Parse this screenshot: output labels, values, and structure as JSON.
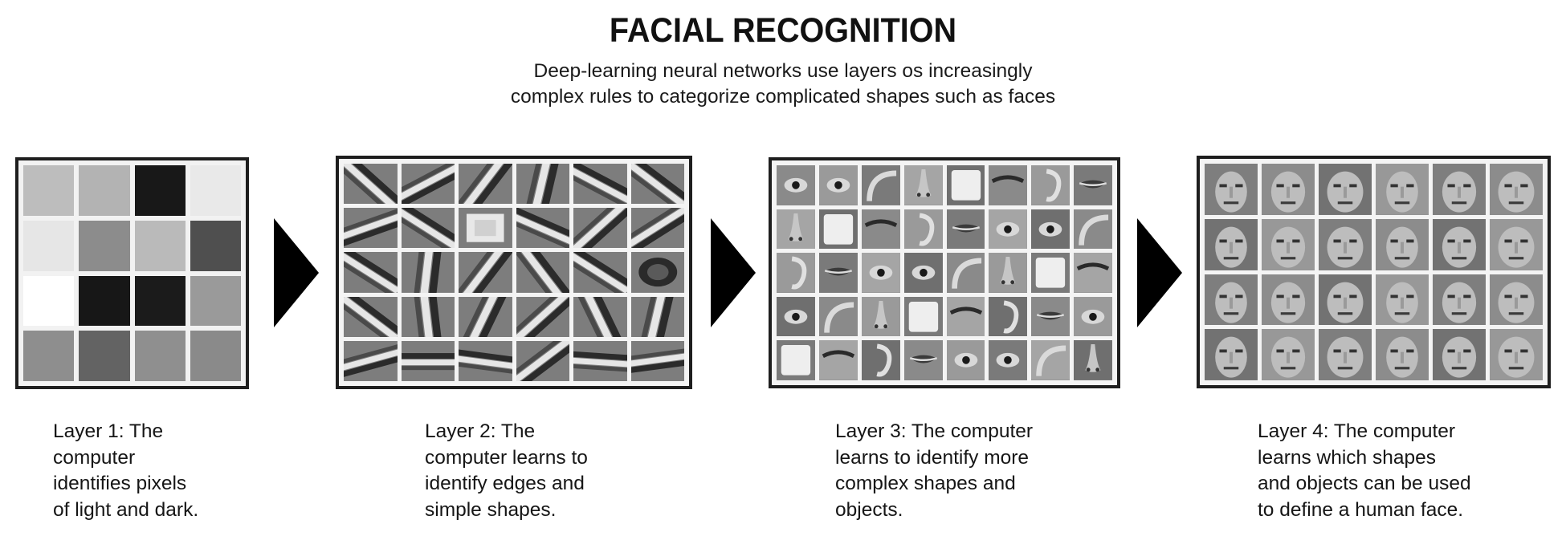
{
  "title": "FACIAL RECOGNITION",
  "subtitle_lines": [
    "Deep-learning neural networks use layers os increasingly",
    "complex rules to categorize complicated shapes such as faces"
  ],
  "layers": [
    {
      "name": "Layer 1",
      "caption_lines": [
        "Layer 1: The",
        "computer",
        "identifies pixels",
        "of light and dark."
      ],
      "grid": {
        "cols": 4,
        "rows": 4
      },
      "pixel_shades": [
        "#bdbdbd",
        "#b3b3b3",
        "#181818",
        "#e9e9e9",
        "#e6e6e6",
        "#8c8c8c",
        "#bababa",
        "#4f4f4f",
        "#ffffff",
        "#171717",
        "#1b1b1b",
        "#9a9a9a",
        "#8e8e8e",
        "#636363",
        "#8f8f8f",
        "#8a8a8a"
      ]
    },
    {
      "name": "Layer 2",
      "caption_lines": [
        "Layer 2: The",
        "computer learns to",
        "identify edges and",
        "simple shapes."
      ],
      "grid": {
        "cols": 6,
        "rows": 5
      },
      "edge_angles": [
        50,
        145,
        120,
        100,
        35,
        45,
        155,
        40,
        -1,
        30,
        130,
        140,
        40,
        95,
        120,
        60,
        40,
        -2,
        45,
        85,
        110,
        130,
        70,
        100,
        160,
        0,
        10,
        135,
        5,
        170
      ]
    },
    {
      "name": "Layer 3",
      "caption_lines": [
        "Layer 3: The computer",
        "learns to identify more",
        "complex shapes and",
        "objects."
      ],
      "grid": {
        "cols": 8,
        "rows": 5
      },
      "feature_icons": [
        "eye",
        "nose",
        "ear",
        "eye",
        "blank",
        "mouth",
        "curve",
        "brow"
      ]
    },
    {
      "name": "Layer 4",
      "caption_lines": [
        "Layer 4: The computer",
        "learns which shapes",
        "and objects can be used",
        "to define a human face."
      ],
      "grid": {
        "cols": 6,
        "rows": 4
      },
      "feature_icons": [
        "face"
      ]
    }
  ],
  "colors": {
    "frame": "#1e1e1e",
    "arrow": "#000000",
    "text": "#161616",
    "background": "#ffffff"
  }
}
